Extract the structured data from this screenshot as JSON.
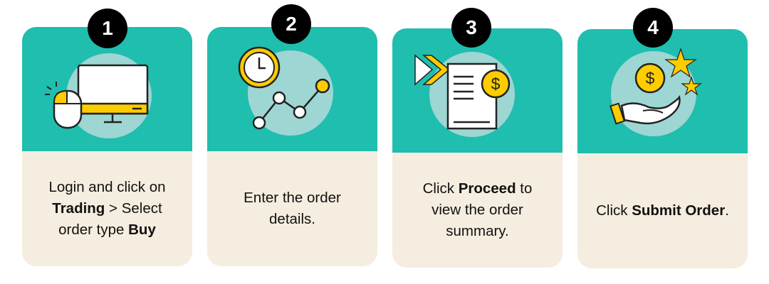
{
  "steps": [
    {
      "number": "1",
      "text": {
        "a": "Login and click on",
        "b": "Trading",
        "c": " > Select",
        "d": "order type ",
        "e": "Buy"
      }
    },
    {
      "number": "2",
      "text": {
        "a": "Enter the order details."
      }
    },
    {
      "number": "3",
      "text": {
        "a": "Click ",
        "b": "Proceed",
        "c": " to view the order summary."
      }
    },
    {
      "number": "4",
      "text": {
        "a": "Click ",
        "b": "Submit Order",
        "c": "."
      }
    }
  ],
  "colors": {
    "teal": "#1fbeaf",
    "circle": "#9dd6d3",
    "beige": "#f5eddf",
    "yellow": "#ffcc00",
    "badge": "#000000"
  },
  "icons": [
    "computer-mouse-icon",
    "clock-chart-icon",
    "document-dollar-icon",
    "hand-coin-stars-icon"
  ]
}
